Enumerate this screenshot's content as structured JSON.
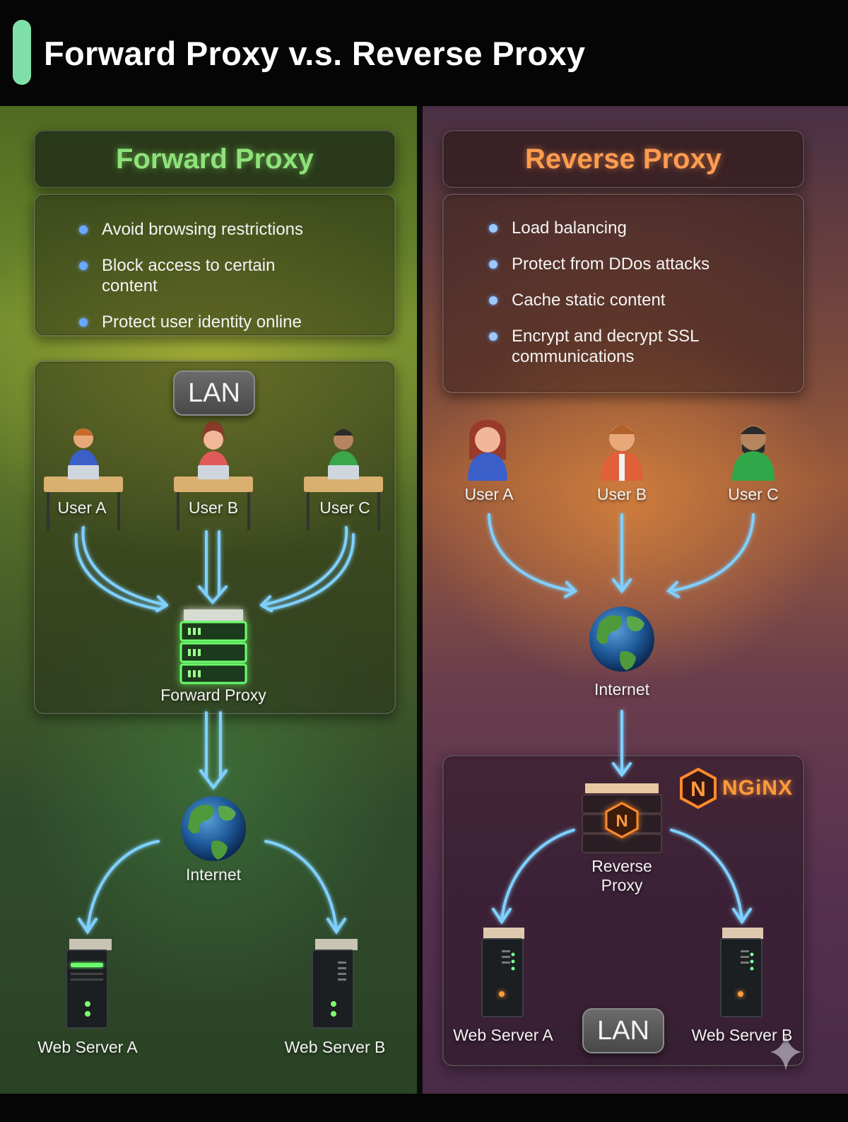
{
  "header": {
    "title": "Forward Proxy v.s. Reverse Proxy",
    "accent_color": "#7ee0a8"
  },
  "forward": {
    "title": "Forward Proxy",
    "title_color": "#8ee27a",
    "bullets": [
      "Avoid browsing restrictions",
      "Block access to certain content",
      "Protect user identity online"
    ],
    "lan_label": "LAN",
    "users": [
      "User A",
      "User B",
      "User C"
    ],
    "proxy_label": "Forward Proxy",
    "internet_label": "Internet",
    "servers": [
      "Web Server A",
      "Web Server B"
    ]
  },
  "reverse": {
    "title": "Reverse Proxy",
    "title_color": "#ff9c50",
    "bullets": [
      "Load balancing",
      "Protect from DDos attacks",
      "Cache static content",
      "Encrypt and decrypt SSL communications"
    ],
    "users": [
      "User A",
      "User B",
      "User C"
    ],
    "internet_label": "Internet",
    "proxy_label_line1": "Reverse",
    "proxy_label_line2": "Proxy",
    "nginx_label": "NGiNX",
    "servers": [
      "Web Server A",
      "Web Server B"
    ],
    "lan_label": "LAN"
  },
  "icons": {
    "arrow_color": "#7fd0ff",
    "user_icon": "user-at-laptop-icon",
    "server_icon": "server-rack-icon",
    "globe_icon": "globe-icon",
    "nginx_icon": "nginx-logo-icon"
  }
}
